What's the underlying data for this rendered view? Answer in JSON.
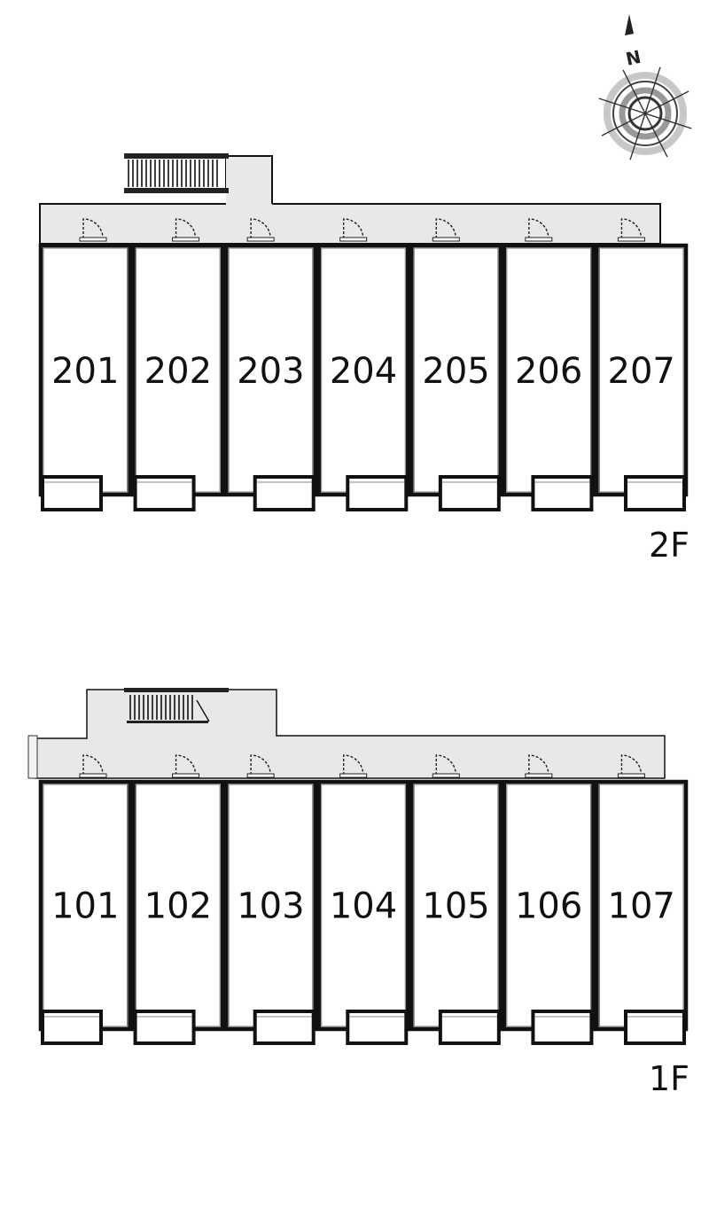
{
  "compass": {
    "north_label": "N",
    "icon": "compass-rose-icon"
  },
  "floors": [
    {
      "id": "2F",
      "label": "2F",
      "units": [
        "201",
        "202",
        "203",
        "204",
        "205",
        "206",
        "207"
      ]
    },
    {
      "id": "1F",
      "label": "1F",
      "units": [
        "101",
        "102",
        "103",
        "104",
        "105",
        "106",
        "107"
      ]
    }
  ],
  "colors": {
    "corridor": "#e8e8e8",
    "wall": "#111111",
    "background": "#ffffff"
  }
}
